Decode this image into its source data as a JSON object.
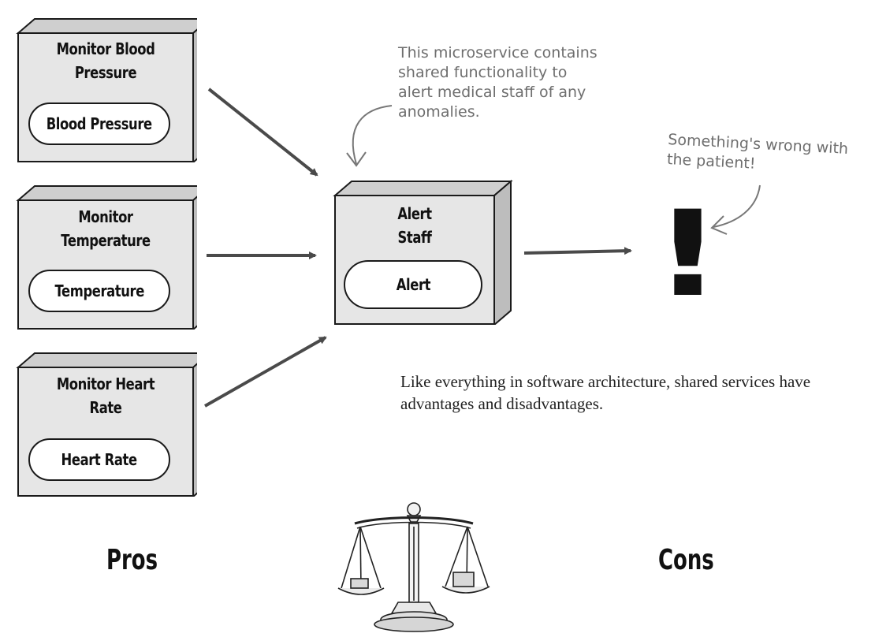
{
  "services": [
    {
      "title": "Monitor Blood\nPressure",
      "pill": "Blood Pressure"
    },
    {
      "title": "Monitor\nTemperature",
      "pill": "Temperature"
    },
    {
      "title": "Monitor Heart\nRate",
      "pill": "Heart Rate"
    }
  ],
  "alert_service": {
    "title": "Alert\nStaff",
    "pill": "Alert"
  },
  "notes": {
    "microservice": "This microservice contains\nshared functionality to\nalert medical staff of any\nanomalies.",
    "patient": "Something's wrong with\nthe patient!"
  },
  "exclamation": "!",
  "body_text": "Like everything in software architecture, shared services have advantages and disadvantages.",
  "headings": {
    "pros": "Pros",
    "cons": "Cons"
  },
  "icons": {
    "scale": "balance-scale-icon"
  },
  "colors": {
    "box_fill": "#e6e6e6",
    "box_side": "#bdbdbd",
    "box_top": "#cfcfcf",
    "arrow": "#4a4a4a",
    "note": "#6e6e6e"
  }
}
